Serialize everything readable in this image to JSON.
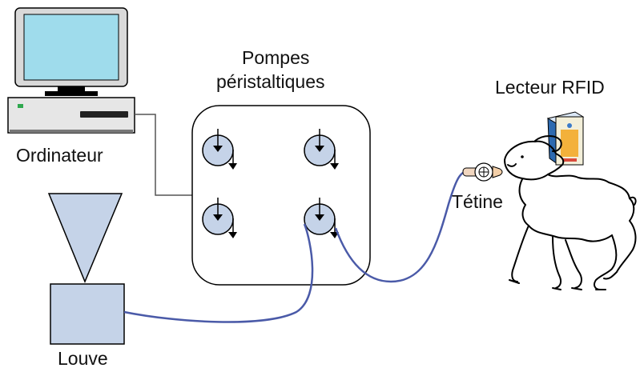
{
  "labels": {
    "computer": "Ordinateur",
    "pumps_line1": "Pompes",
    "pumps_line2": "péristaltiques",
    "rfid": "Lecteur RFID",
    "teat": "Tétine",
    "louve": "Louve"
  },
  "pumps": {
    "count": 4
  },
  "colors": {
    "tube": "#4a5aa8",
    "component_fill": "#c5d3e8",
    "line": "#000000",
    "wire": "#555555"
  }
}
